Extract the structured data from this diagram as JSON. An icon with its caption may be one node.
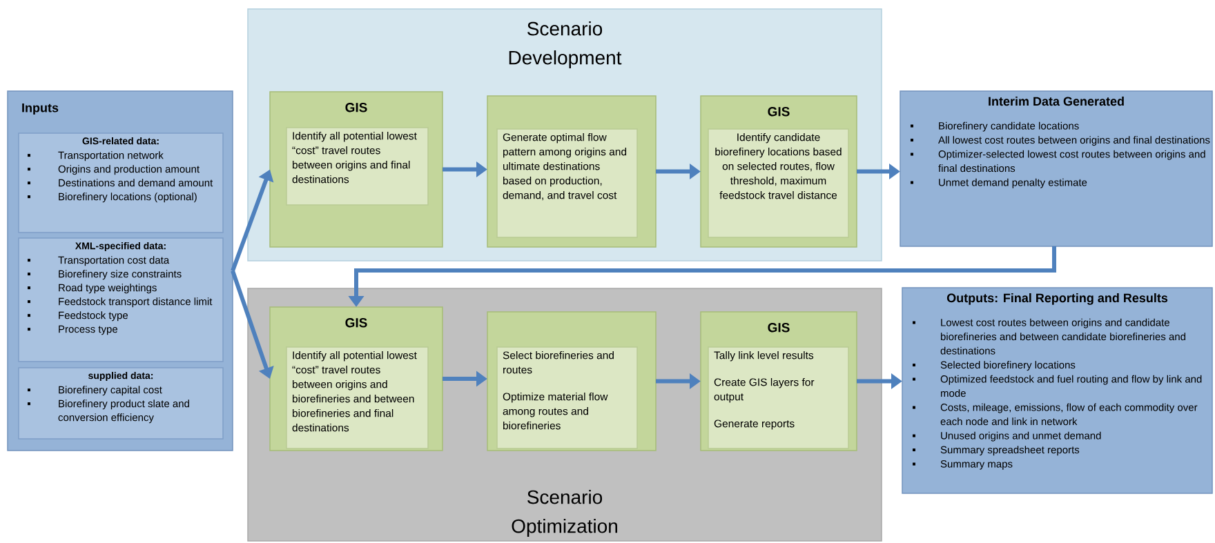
{
  "diagram": {
    "nodes": [
      {
        "text": [
          "Inputs"
        ]
      },
      {
        "text": [
          "GIS-related data:",
          "Transportation network",
          "Origins and production amount",
          "Destinations and demand amount",
          "Biorefinery locations (optional)"
        ],
        "in": 0
      },
      {
        "text": [
          "XML-specified data:",
          "Transportation cost data",
          "Biorefinery size constraints",
          "Road type weightings",
          "Feedstock transport distance limit",
          "Feedstock type",
          "Process type"
        ],
        "in": 0
      },
      {
        "text": [
          "supplied data:",
          "Biorefinery capital cost",
          "Biorefinery product slate and conversion efficiency"
        ],
        "in": 0
      },
      {
        "text": [
          "Scenario Development"
        ]
      },
      {
        "text": [
          "GIS"
        ],
        "in": 4
      },
      {
        "text": [
          "Identify all potential lowest “cost” travel routes between origins and final destinations"
        ],
        "in": 5
      },
      {
        "text": [],
        "shape": "box",
        "in": 4
      },
      {
        "text": [
          "Generate optimal flow pattern among origins and ultimate destinations based on production, demand, and travel cost"
        ],
        "in": 7
      },
      {
        "text": [
          "GIS"
        ],
        "in": 4
      },
      {
        "text": [
          "Identify candidate biorefinery locations based on selected routes, flow threshold, maximum feedstock travel distance"
        ],
        "in": 9
      },
      {
        "text": [
          "Interim Data Generated",
          "Biorefinery candidate locations",
          "All lowest cost routes between origins and final destinations",
          "Optimizer-selected lowest cost routes between origins and final destinations",
          "Unmet demand penalty estimate"
        ]
      },
      {
        "text": [
          "Scenario Optimization"
        ]
      },
      {
        "text": [
          "GIS"
        ],
        "in": 12
      },
      {
        "text": [
          "Identify all potential lowest “cost” travel routes between origins and biorefineries and between biorefineries and final destinations"
        ],
        "in": 13
      },
      {
        "text": [],
        "shape": "box",
        "in": 12
      },
      {
        "text": [
          "Select biorefineries and routes",
          "Optimize material flow among routes and biorefineries"
        ],
        "in": 15
      },
      {
        "text": [
          "GIS"
        ],
        "in": 12
      },
      {
        "text": [
          "Tally link level results",
          "Create GIS layers for output",
          "Generate reports"
        ],
        "in": 17
      },
      {
        "text": [
          "Outputs: Final Reporting and Results",
          "Lowest cost routes between origins and candidate biorefineries and between candidate biorefineries and destinations",
          "Selected biorefinery locations",
          "Optimized feedstock and fuel routing and flow by link and mode",
          "Costs, mileage, emissions, flow of each commodity over each node and link in network",
          "Unused origins and unmet demand",
          "Summary spreadsheet reports",
          "Summary maps"
        ]
      }
    ],
    "edges": [
      {
        "from": 0,
        "to": 5,
        "arrow": "to"
      },
      {
        "from": 0,
        "to": 13,
        "arrow": "to"
      },
      {
        "from": 5,
        "to": 7,
        "arrow": "to"
      },
      {
        "from": 7,
        "to": 9,
        "arrow": "to"
      },
      {
        "from": 9,
        "to": 11,
        "arrow": "to"
      },
      {
        "from": 11,
        "to": 13,
        "arrow": "to"
      },
      {
        "from": 13,
        "to": 15,
        "arrow": "to"
      },
      {
        "from": 15,
        "to": 17,
        "arrow": "to"
      },
      {
        "from": 17,
        "to": 19,
        "arrow": "to"
      }
    ]
  }
}
